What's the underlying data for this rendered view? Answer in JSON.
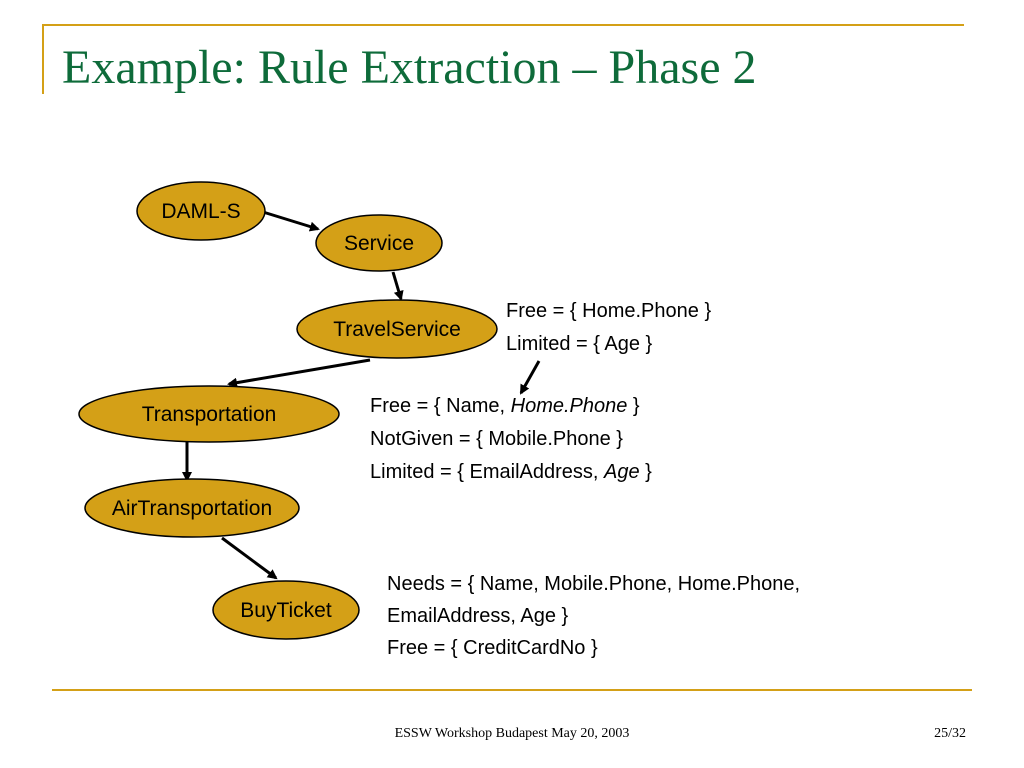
{
  "title": "Example: Rule Extraction – Phase 2",
  "colors": {
    "accent": "#d4a017",
    "title": "#0e6b3a",
    "node_fill": "#d4a017",
    "node_stroke": "#000000"
  },
  "nodes": [
    {
      "id": "daml-s",
      "label": "DAML-S"
    },
    {
      "id": "service",
      "label": "Service"
    },
    {
      "id": "travelservice",
      "label": "TravelService"
    },
    {
      "id": "transportation",
      "label": "Transportation"
    },
    {
      "id": "airtransportation",
      "label": "AirTransportation"
    },
    {
      "id": "buyticket",
      "label": "BuyTicket"
    }
  ],
  "edges": [
    {
      "from": "daml-s",
      "to": "service"
    },
    {
      "from": "service",
      "to": "travelservice"
    },
    {
      "from": "travelservice",
      "to": "transportation"
    },
    {
      "from": "transportation",
      "to": "airtransportation"
    },
    {
      "from": "airtransportation",
      "to": "buyticket"
    }
  ],
  "annotations": {
    "travel": {
      "line1": "Free = { Home.Phone }",
      "line2": "Limited = { Age }"
    },
    "transport": {
      "line1_prefix": "Free = { Name, ",
      "line1_italic": "Home.Phone",
      "line1_suffix": " }",
      "line2": "NotGiven = { Mobile.Phone }",
      "line3_prefix": "Limited = { EmailAddress, ",
      "line3_italic": "Age",
      "line3_suffix": " }"
    },
    "ticket": {
      "line1": "Needs = { Name, Mobile.Phone, Home.Phone,",
      "line2": "EmailAddress, Age }",
      "line3": "Free = { CreditCardNo }"
    }
  },
  "footer": "ESSW Workshop Budapest May 20, 2003",
  "page_number": "25/32"
}
